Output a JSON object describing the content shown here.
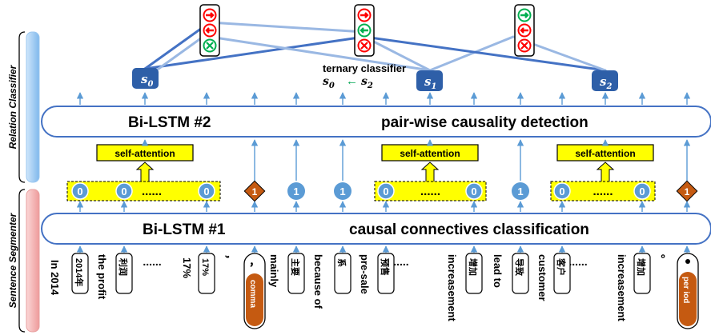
{
  "side_labels": {
    "relation_classifier": "Relation Classifier",
    "sentence_segmenter": "Sentence Segmenter"
  },
  "bilstm2": {
    "name": "Bi-LSTM #2",
    "task": "pair-wise causality detection"
  },
  "bilstm1": {
    "name": "Bi-LSTM #1",
    "task": "causal connectives classification"
  },
  "self_attention_label": "self-attention",
  "ellipsis": "......",
  "segments": [
    {
      "label": "s",
      "sub": "0"
    },
    {
      "label": "s",
      "sub": "1"
    },
    {
      "label": "s",
      "sub": "2"
    }
  ],
  "ternary": {
    "title": "ternary classifier",
    "left": "s",
    "left_sub": "0",
    "arrow": "←",
    "right": "s",
    "right_sub": "2"
  },
  "tags": {
    "zero": "0",
    "one": "1"
  },
  "english_words": [
    "In 2014",
    "the profit",
    "17%",
    "mainly",
    "because of",
    "pre-sale",
    "increasement",
    "lead to",
    "customer",
    "increasement"
  ],
  "chinese_tokens": [
    "2014年",
    "利润",
    "17%",
    "，",
    "主要",
    "系",
    "预售",
    "增加",
    "导致",
    "客户",
    "增加",
    "。"
  ],
  "punct_labels": {
    "comma": "comma",
    "period": "per iod"
  },
  "colors": {
    "box_blue": "#4472c4",
    "token_blue": "#5b9bd5",
    "segment_blue": "#2e5fa8",
    "diamond_orange": "#c55a11",
    "yellow": "#ffff00",
    "light_red": "#e8a0a0",
    "light_blue": "#9cc8f0"
  },
  "icons": {
    "signal": "traffic-light-icon",
    "red_right": "arrow-right-icon",
    "red_left": "arrow-left-icon",
    "green_left": "arrow-left-icon",
    "green_right": "arrow-right-icon",
    "red_x": "cross-icon"
  }
}
